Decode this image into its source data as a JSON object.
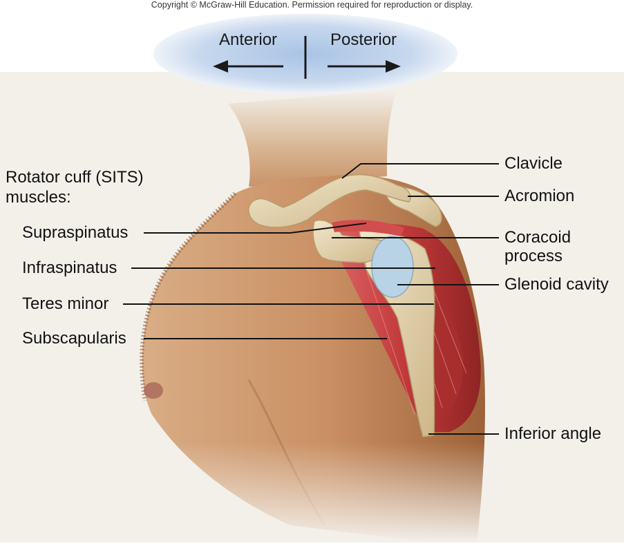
{
  "copyright": "Copyright © McGraw-Hill Education. Permission required for reproduction or display.",
  "orientation": {
    "anterior": "Anterior",
    "posterior": "Posterior"
  },
  "left_labels": {
    "group_title_line1": "Rotator cuff (SITS)",
    "group_title_line2": "muscles:",
    "supraspinatus": "Supraspinatus",
    "infraspinatus": "Infraspinatus",
    "teres_minor": "Teres minor",
    "subscapularis": "Subscapularis"
  },
  "right_labels": {
    "clavicle": "Clavicle",
    "acromion": "Acromion",
    "coracoid_line1": "Coracoid",
    "coracoid_line2": "process",
    "glenoid_cavity": "Glenoid cavity",
    "inferior_angle": "Inferior angle"
  },
  "colors": {
    "background_panel": "#f3f0ea",
    "skin": "#c98f63",
    "muscle": "#c23a3a",
    "bone": "#e7d6b0",
    "glenoid": "#b9d3e6",
    "orientation_glow": "#b7cde8"
  }
}
